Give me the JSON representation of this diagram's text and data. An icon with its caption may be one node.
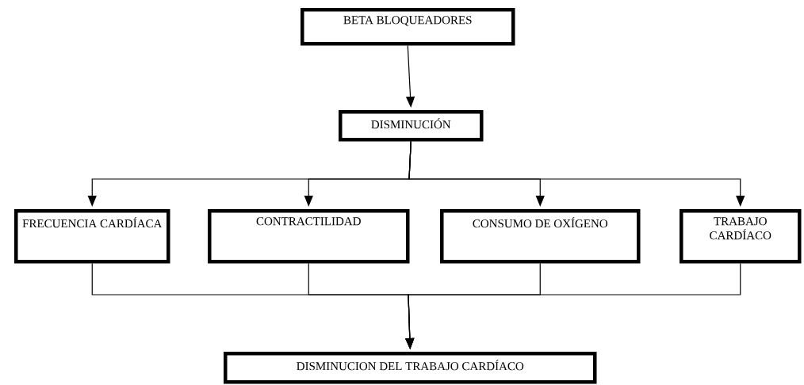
{
  "diagram": {
    "nodes": [
      {
        "text": [
          "BETA BLOQUEADORES"
        ]
      },
      {
        "text": [
          "DISMINUCIÓN"
        ]
      },
      {
        "text": [
          "FRECUENCIA CARDÍACA"
        ]
      },
      {
        "text": [
          "CONTRACTILIDAD"
        ]
      },
      {
        "text": [
          "CONSUMO DE OXÍGENO"
        ]
      },
      {
        "text": [
          "TRABAJO CARDÍACO"
        ]
      },
      {
        "text": [
          "DISMINUCION DEL TRABAJO CARDÍACO"
        ]
      }
    ],
    "edges": [
      {
        "from": 0,
        "to": 1,
        "arrow": "to"
      },
      {
        "from": 1,
        "to": 2,
        "arrow": "to"
      },
      {
        "from": 1,
        "to": 3,
        "arrow": "to"
      },
      {
        "from": 1,
        "to": 4,
        "arrow": "to"
      },
      {
        "from": 1,
        "to": 5,
        "arrow": "to"
      },
      {
        "from": 2,
        "to": 6,
        "arrow": "to"
      },
      {
        "from": 3,
        "to": 6,
        "arrow": "to"
      },
      {
        "from": 4,
        "to": 6,
        "arrow": "to"
      },
      {
        "from": 5,
        "to": 6,
        "arrow": "to"
      }
    ]
  }
}
